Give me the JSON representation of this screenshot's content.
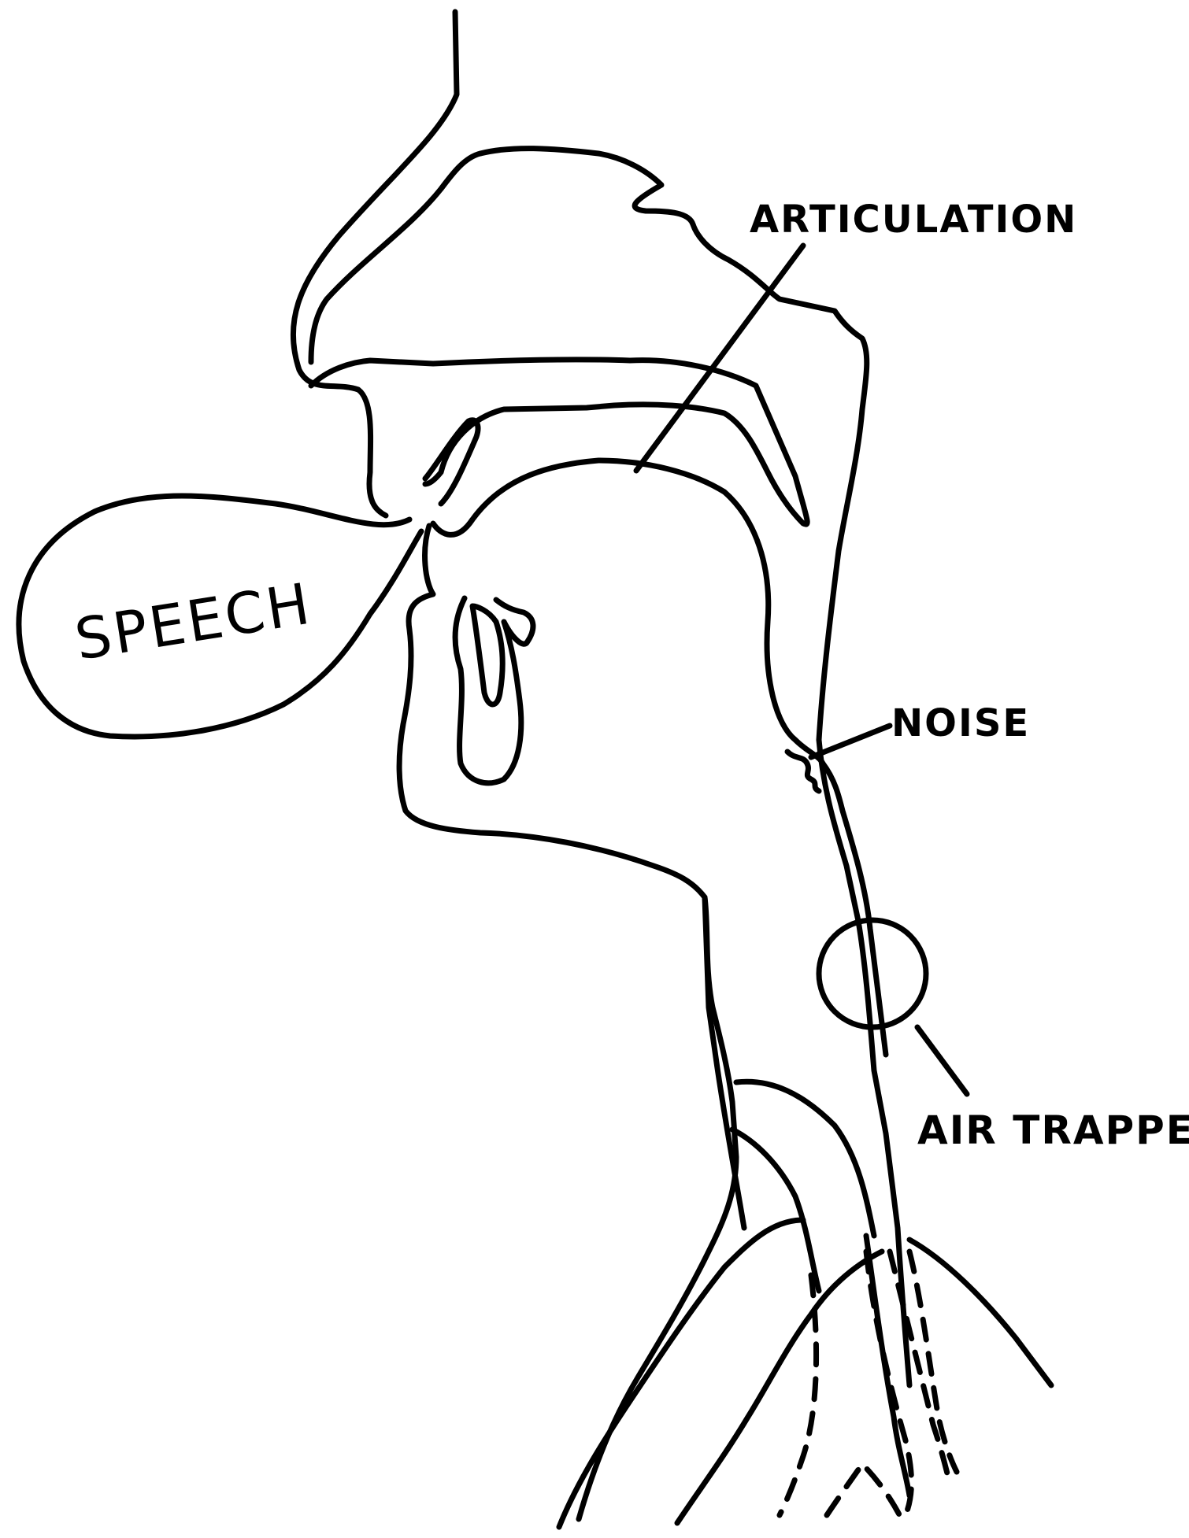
{
  "labels": {
    "speech": "SPEECH",
    "articulation": "ARTICULATION",
    "noise": "NOISE",
    "air_trapped": "AIR TRAPPED"
  },
  "colors": {
    "line": "#000000",
    "background": "#ffffff"
  }
}
